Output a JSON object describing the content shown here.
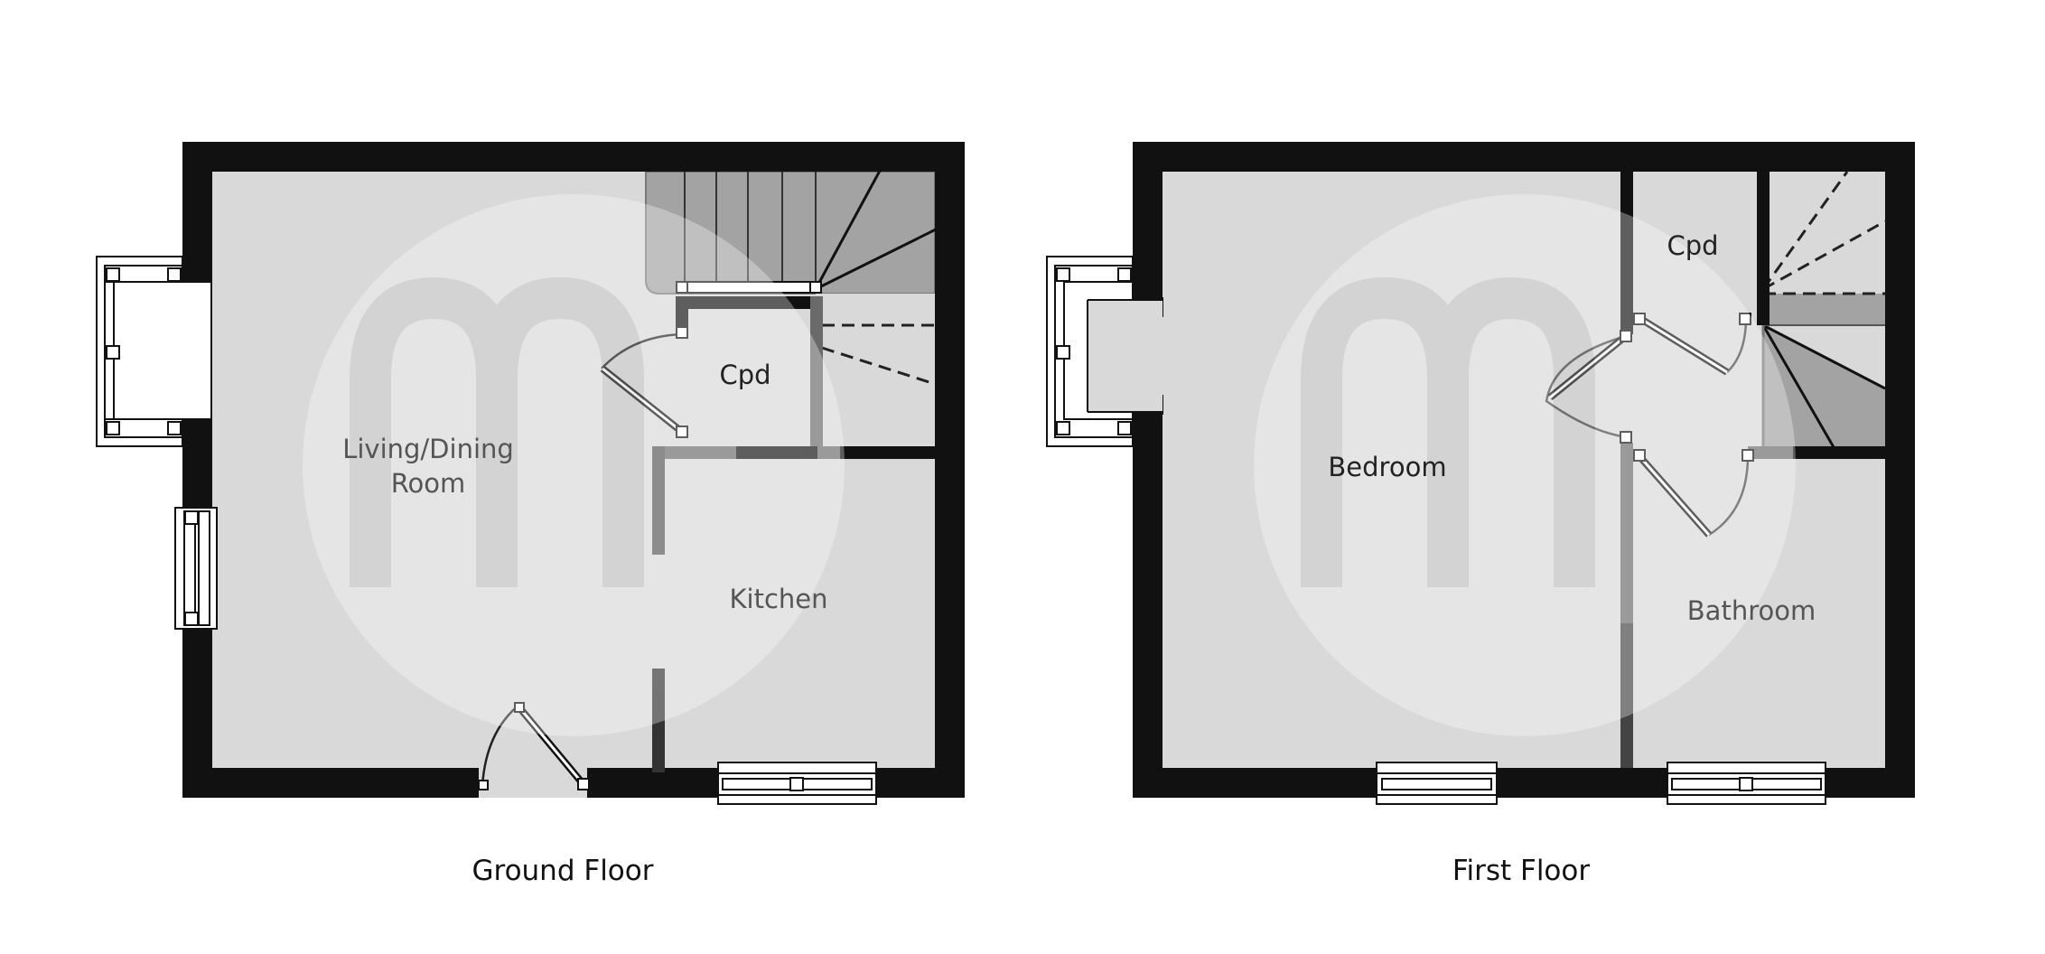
{
  "ground_floor": {
    "title": "Ground Floor",
    "rooms": {
      "living_line1": "Living/Dining",
      "living_line2": "Room",
      "cupboard": "Cpd",
      "kitchen": "Kitchen"
    }
  },
  "first_floor": {
    "title": "First Floor",
    "rooms": {
      "bedroom": "Bedroom",
      "cupboard": "Cpd",
      "bathroom": "Bathroom"
    }
  },
  "colors": {
    "wall": "#111111",
    "floor": "#d9d9d9",
    "stairs": "#a3a3a3",
    "watermark": "#ffffff"
  },
  "watermark_icon": "m-logo-icon"
}
